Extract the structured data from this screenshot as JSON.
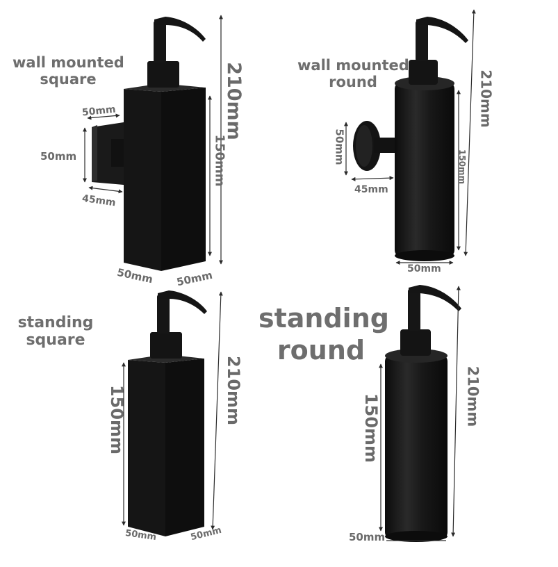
{
  "products": {
    "wall_square": {
      "caption_line1": "wall mounted",
      "caption_line2": "square",
      "height_total": "210mm",
      "height_body": "150mm",
      "mount_width": "50mm",
      "mount_height": "50mm",
      "mount_depth": "45mm",
      "base_left": "50mm",
      "base_right": "50mm"
    },
    "wall_round": {
      "caption_line1": "wall mounted",
      "caption_line2": "round",
      "height_total": "210mm",
      "height_body": "150mm",
      "mount_diameter": "50mm",
      "mount_depth": "45mm",
      "base_diameter": "50mm"
    },
    "standing_square": {
      "caption_line1": "standing",
      "caption_line2": "square",
      "height_total": "210mm",
      "height_body": "150mm",
      "base_left": "50mm",
      "base_right": "50mm"
    },
    "standing_round": {
      "caption_line1": "standing",
      "caption_line2": "round",
      "height_total": "210mm",
      "height_body": "150mm",
      "base_diameter": "50mm"
    }
  },
  "colors": {
    "product": "#141414",
    "product_highlight": "#2c2c2c",
    "dimension_line": "#2a2a2a",
    "label_text": "#6a6a6a"
  }
}
